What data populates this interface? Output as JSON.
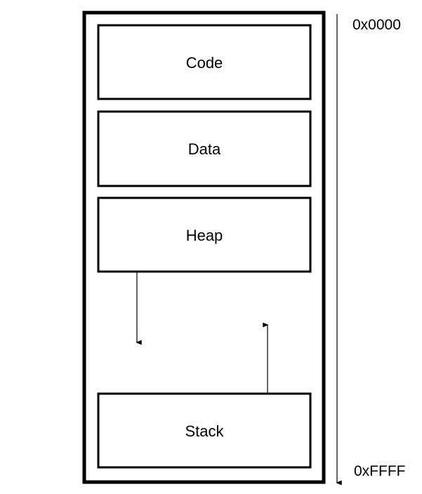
{
  "segments": {
    "code": "Code",
    "data": "Data",
    "heap": "Heap",
    "stack": "Stack"
  },
  "addresses": {
    "low": "0x0000",
    "high": "0xFFFF"
  },
  "colors": {
    "line": "#000000",
    "background": "#ffffff"
  }
}
